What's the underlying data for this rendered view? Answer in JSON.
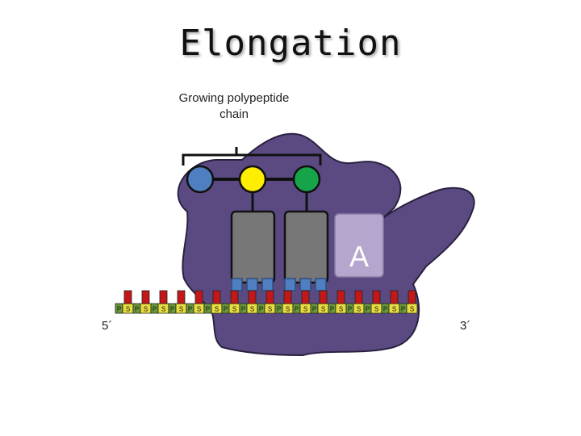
{
  "title": "Elongation",
  "chain_label": "Growing polypeptide chain",
  "site_label": "A",
  "five_prime": "5´",
  "three_prime": "3´",
  "backbone_letters": [
    "P",
    "S"
  ],
  "colors": {
    "ribosome": "#5b4a82",
    "ribosome_outline": "#2a2140",
    "trna": "#777777",
    "a_site": "#b5a6cd",
    "anticodon": "#4f7fc0",
    "phosphate": "#6a9a3a",
    "sugar": "#e8dd40",
    "base": "#c41818",
    "amino_acids": [
      "#4f7fc0",
      "#ffee00",
      "#17a34a"
    ]
  },
  "amino_acid_names": [
    "amino-acid-blue",
    "amino-acid-yellow",
    "amino-acid-green"
  ]
}
